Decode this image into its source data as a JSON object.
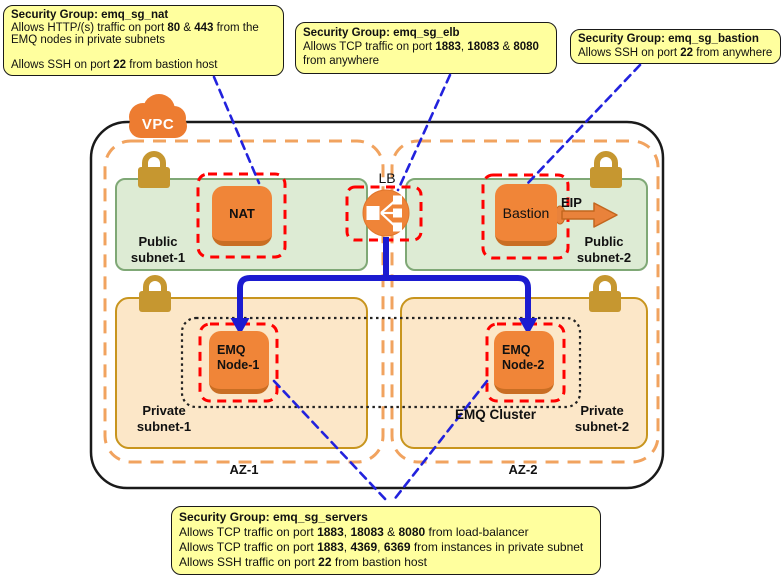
{
  "vpc_label": "VPC",
  "callouts": [
    {
      "id": "emq_sg_nat",
      "title": "Security Group: emq_sg_nat",
      "lines": [
        [
          {
            "t": "Allows HTTP/(s) traffic on port "
          },
          {
            "t": "80",
            "b": true
          },
          {
            "t": " & "
          },
          {
            "t": "443",
            "b": true
          },
          {
            "t": " from the EMQ nodes in private subnets"
          }
        ],
        [],
        [
          {
            "t": "Allows SSH on port "
          },
          {
            "t": "22",
            "b": true
          },
          {
            "t": " from bastion host"
          }
        ]
      ]
    },
    {
      "id": "emq_sg_elb",
      "title": "Security Group: emq_sg_elb",
      "lines": [
        [
          {
            "t": "Allows TCP traffic on port "
          },
          {
            "t": "1883",
            "b": true
          },
          {
            "t": ", "
          },
          {
            "t": "18083",
            "b": true
          },
          {
            "t": " & "
          },
          {
            "t": "8080",
            "b": true
          },
          {
            "t": " from anywhere"
          }
        ]
      ]
    },
    {
      "id": "emq_sg_bastion",
      "title": "Security Group: emq_sg_bastion",
      "lines": [
        [
          {
            "t": "Allows SSH on port "
          },
          {
            "t": "22",
            "b": true
          },
          {
            "t": " from anywhere"
          }
        ]
      ]
    },
    {
      "id": "emq_sg_servers",
      "title": "Security Group: emq_sg_servers",
      "lines": [
        [
          {
            "t": "Allows TCP traffic on port "
          },
          {
            "t": "1883",
            "b": true
          },
          {
            "t": ", "
          },
          {
            "t": "18083",
            "b": true
          },
          {
            "t": " & "
          },
          {
            "t": "8080",
            "b": true
          },
          {
            "t": " from load-balancer"
          }
        ],
        [
          {
            "t": "Allows TCP traffic on port "
          },
          {
            "t": "1883",
            "b": true
          },
          {
            "t": ", "
          },
          {
            "t": "4369",
            "b": true
          },
          {
            "t": ", "
          },
          {
            "t": "6369",
            "b": true
          },
          {
            "t": " from instances in private subnet"
          }
        ],
        [
          {
            "t": "Allows SSH traffic on port "
          },
          {
            "t": "22",
            "b": true
          },
          {
            "t": " from bastion host"
          }
        ]
      ]
    }
  ],
  "nodes": {
    "nat": {
      "label": "NAT"
    },
    "lb": {
      "label": "LB"
    },
    "bastion": {
      "label": "Bastion"
    },
    "eip": {
      "label": "EIP"
    },
    "emq1": {
      "label": "EMQ Node-1"
    },
    "emq2": {
      "label": "EMQ Node-2"
    }
  },
  "subnets": [
    {
      "label": "Public subnet-1",
      "type": "public"
    },
    {
      "label": "Public subnet-2",
      "type": "public"
    },
    {
      "label": "Private subnet-1",
      "type": "private"
    },
    {
      "label": "Private subnet-2",
      "type": "private"
    }
  ],
  "cluster_label": "EMQ Cluster",
  "az_labels": [
    "AZ-1",
    "AZ-2"
  ],
  "icons": [
    "vpc-cloud-icon",
    "lock-icon",
    "load-balancer-icon",
    "eip-arrow-icon"
  ],
  "colors": {
    "callout_bg": "#FFFF9E",
    "security_group_border": "#FF0000",
    "public_subnet_bg": "#DDEBD4",
    "public_subnet_border": "#7FA876",
    "private_subnet_bg": "#FCE7C8",
    "private_subnet_border": "#C8951E",
    "az_border": "#F1A35F",
    "node_orange": "#F08538",
    "lock_gold": "#C69730",
    "arrow_blue": "#1B1BD0",
    "connector_blue": "#2222DD",
    "cloud_orange": "#ED7C31",
    "vpc_border": "#1A1A1A"
  }
}
